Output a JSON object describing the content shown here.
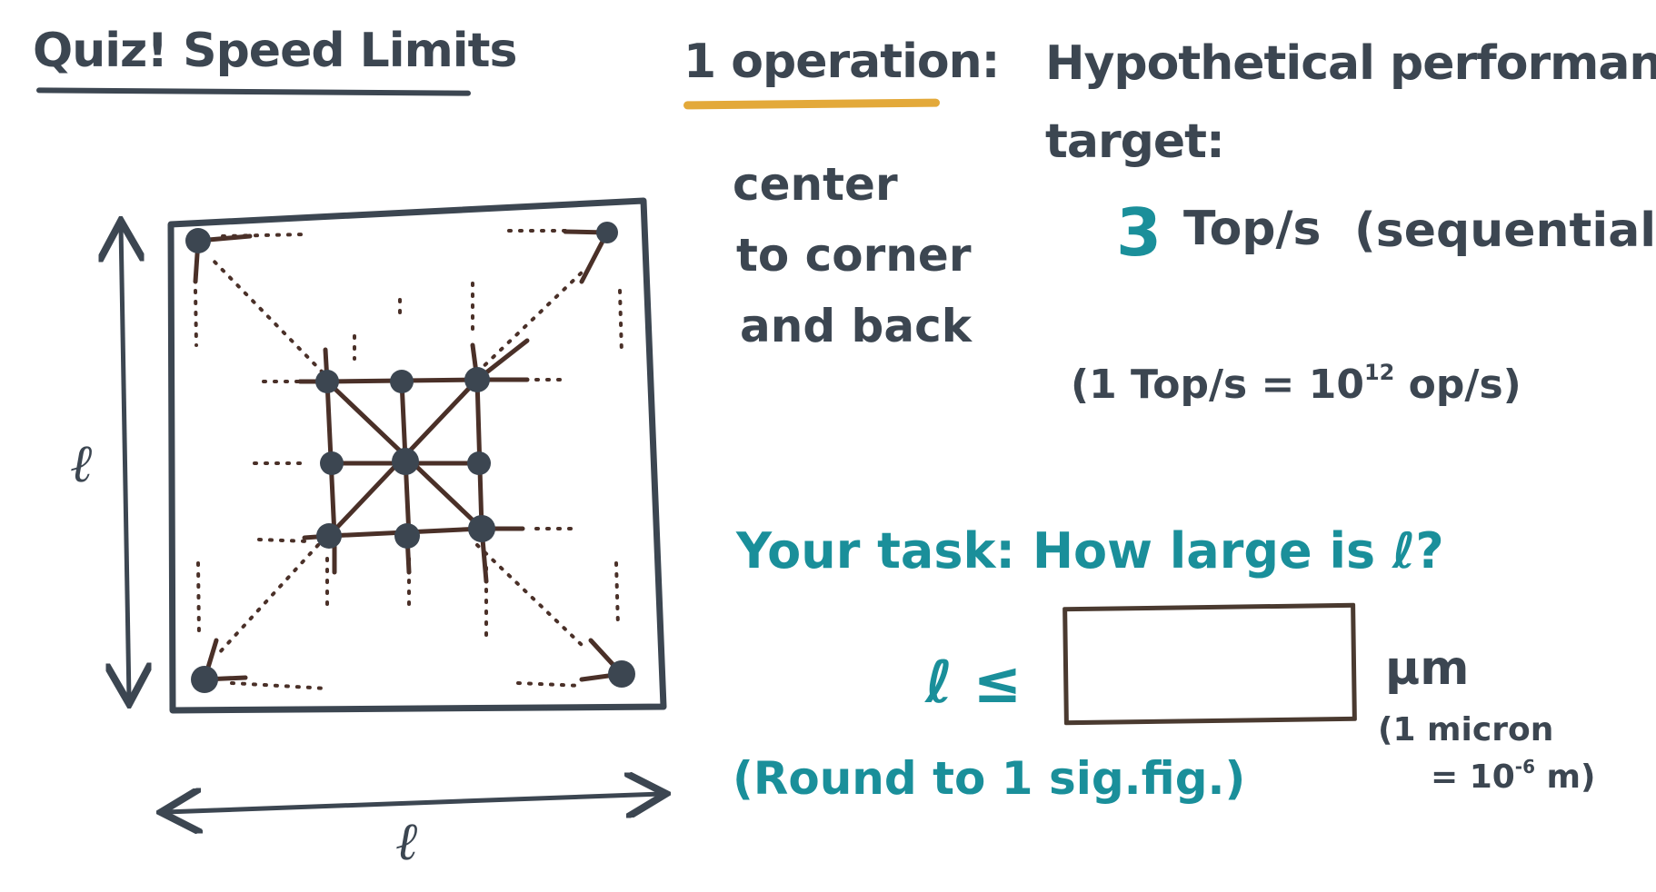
{
  "title": "Quiz! Speed Limits",
  "operation": {
    "heading": "1 operation:",
    "lines": [
      "center",
      "to corner",
      "and back"
    ]
  },
  "target": {
    "heading_line1": "Hypothetical performance",
    "heading_line2": "target:",
    "value": "3",
    "unit": "Top/s",
    "qualifier": "(sequentially)",
    "conversion_prefix": "(1 Top/s = 10",
    "conversion_exponent": "12",
    "conversion_suffix": " op/s)"
  },
  "task": {
    "prompt": "Your task: How large is ℓ?",
    "inequality": "ℓ ≤",
    "answer_value": "",
    "unit": "μm",
    "micron_note_line1": "(1 micron",
    "micron_note_prefix": "= 10",
    "micron_note_exponent": "-6",
    "micron_note_suffix": " m)",
    "rounding": "(Round to 1 sig.fig.)"
  },
  "diagram": {
    "side_label_vertical": "ℓ",
    "side_label_horizontal": "ℓ"
  },
  "colors": {
    "ink": "#3c4651",
    "wire": "#4a3028",
    "accent_teal": "#1a8f9a",
    "underline_orange": "#e3a93a"
  }
}
